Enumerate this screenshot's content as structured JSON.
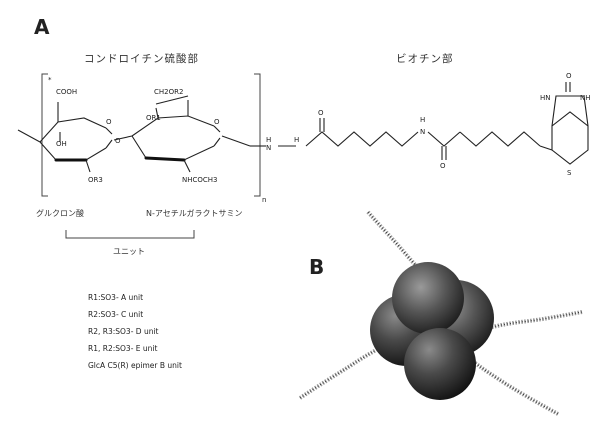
{
  "panels": {
    "a": "A",
    "b": "B"
  },
  "titles": {
    "chondroitin": "コンドロイチン硫酸部",
    "biotin": "ビオチン部"
  },
  "atoms": {
    "cooh": "COOH",
    "oh": "OH",
    "or3_left": "OR3",
    "or1": "OR1",
    "ch2or2": "CH2OR2",
    "nhcoch3": "NHCOCH3",
    "o_ring1": "O",
    "o_ring2": "O",
    "o_link": "O",
    "n_1": "H",
    "n_2": "N",
    "n_3": "H",
    "o_carbonyl1": "O",
    "nh_mid": "H",
    "n_mid": "N",
    "o_carbonyl2": "O",
    "o_biotin": "O",
    "hn_biotin": "HN",
    "nh_biotin": "NH",
    "s_biotin": "S",
    "star": "*",
    "n_repeat": "n"
  },
  "sublabels": {
    "glucuronic": "グルクロン酸",
    "galactosamine": "N-アセチルガラクトサミン",
    "unit": "ユニット"
  },
  "legend": [
    "R1:SO3-    A unit",
    "R2:SO3-    C unit",
    "R2, R3:SO3-    D unit",
    "R1, R2:SO3-    E unit",
    "GlcA C5(R) epimer    B unit"
  ]
}
